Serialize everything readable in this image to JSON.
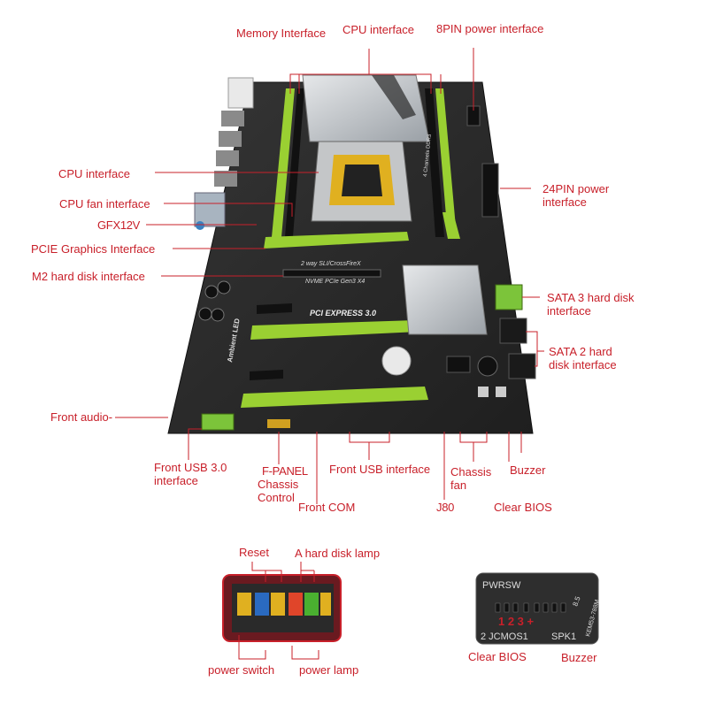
{
  "labels": {
    "memory_interface": "Memory Interface",
    "cpu_interface_top": "CPU interface",
    "pin8_power": "8PIN power interface",
    "cpu_interface_left": "CPU interface",
    "cpu_fan": "CPU fan interface",
    "gfx12v": "GFX12V",
    "pcie_graphics": "PCIE Graphics Interface",
    "m2_hdd": "M2 hard disk interface",
    "pin24_power": "24PIN power\ninterface",
    "sata3": "SATA 3 hard disk\ninterface",
    "sata2": "SATA 2 hard\ndisk interface",
    "front_audio": "Front audio-",
    "front_usb3": "Front USB 3.0\ninterface",
    "fpanel": "F-PANEL",
    "chassis_control": "Chassis\nControl",
    "front_com": "Front COM",
    "front_usb": "Front USB interface",
    "j80": "J80",
    "chassis_fan": "Chassis\nfan",
    "buzzer_top": "Buzzer",
    "clear_bios_top": "Clear BIOS",
    "reset": "Reset",
    "hdd_lamp": "A hard disk lamp",
    "power_switch": "power switch",
    "power_lamp": "power lamp",
    "clear_bios_bottom": "Clear BIOS",
    "buzzer_bottom": "Buzzer"
  },
  "board_text": {
    "sli": "2 way SLI/CrossFireX",
    "nvme": "NVME PCIe Gen3 X4",
    "pci_express": "PCI EXPRESS 3.0",
    "ambient_led": "Ambient LED",
    "channels": "4 Channels DDR3"
  },
  "inset_right": {
    "pwrsw": "PWRSW",
    "pins": "1 2 3 +",
    "jcmos": "2 JCMOS1",
    "spk": "SPK1",
    "model": "KEM53-788M",
    "num": "8.5"
  },
  "colors": {
    "label": "#c8202a",
    "board": "#2b2b2b",
    "slot_green": "#9ad032",
    "heatsink": "#c9cdd2"
  }
}
